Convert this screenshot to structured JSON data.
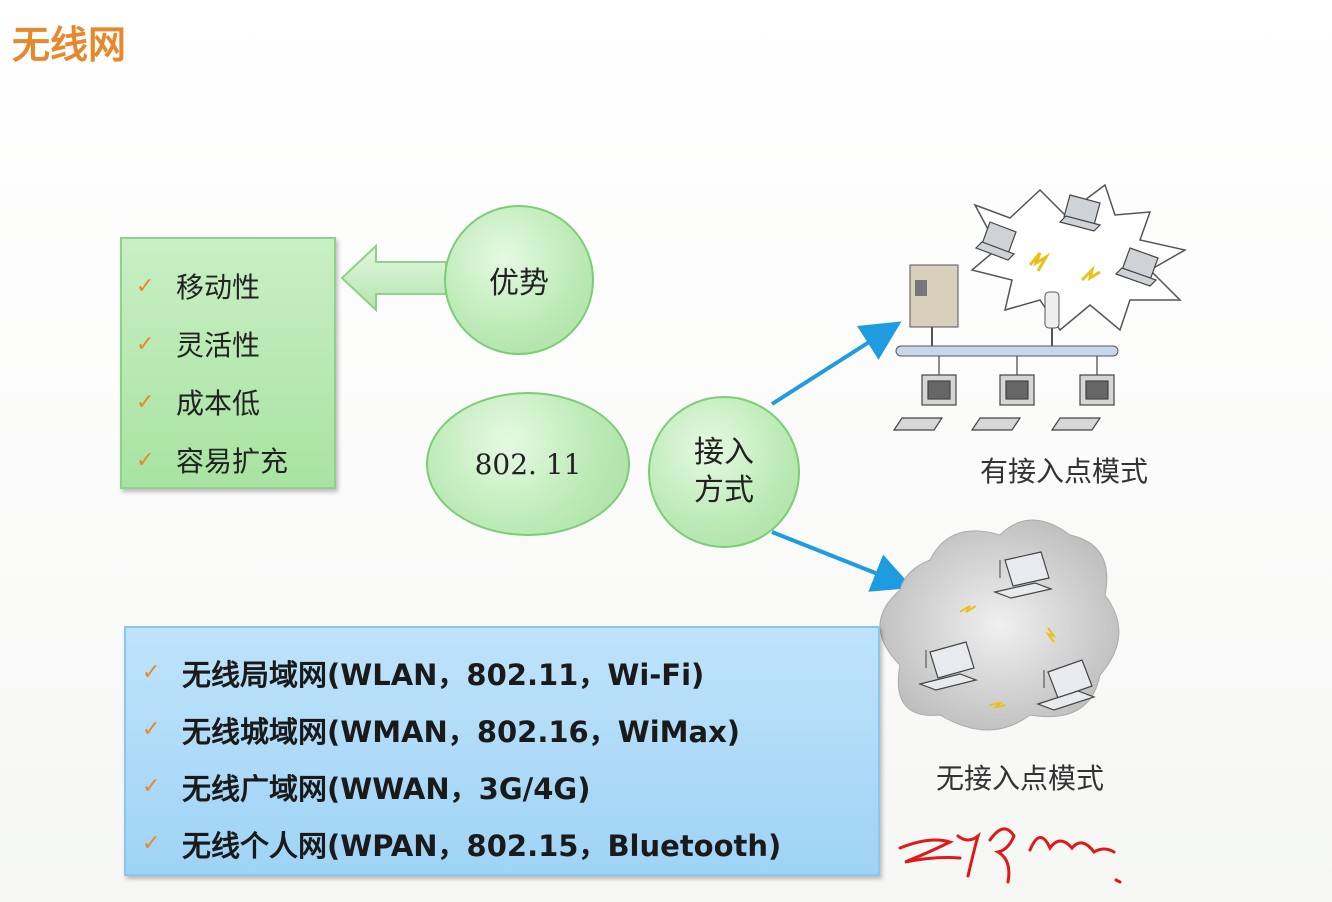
{
  "title": "无线网",
  "advantages": {
    "items": [
      "移动性",
      "灵活性",
      "成本低",
      "容易扩充"
    ]
  },
  "bubbles": {
    "advantage": "优势",
    "standard": "802. 11",
    "access_line1": "接入",
    "access_line2": "方式"
  },
  "modes": {
    "with_ap": "有接入点模式",
    "without_ap": "无接入点模式"
  },
  "types": {
    "items": [
      "无线局域网(WLAN，802.11，Wi-Fi)",
      "无线城域网(WMAN，802.16，WiMax)",
      "无线广域网(WWAN，3G/4G)",
      "无线个人网(WPAN，802.15，Bluetooth)"
    ]
  },
  "check_symbol": "✓",
  "colors": {
    "title": "#e8882c",
    "green_fill": "#b6e8b0",
    "blue_fill": "#a9d8f6",
    "arrow_blue": "#1f9be0",
    "signature_red": "#e01818"
  }
}
